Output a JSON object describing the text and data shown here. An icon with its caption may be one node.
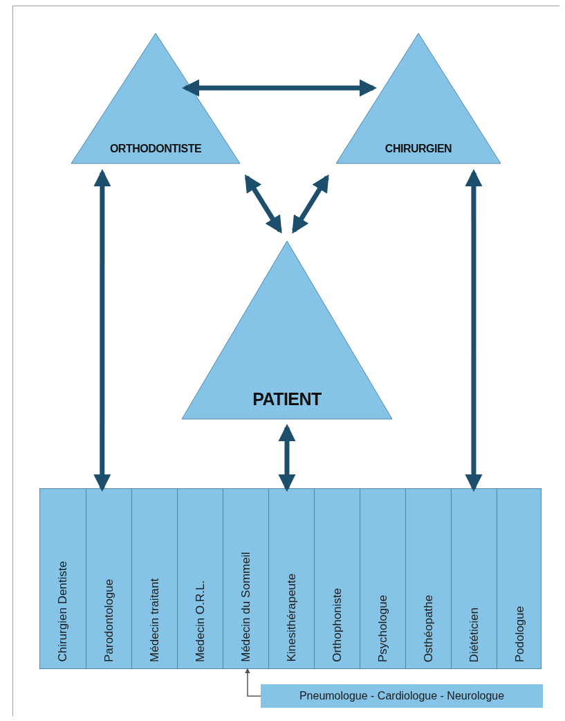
{
  "diagram": {
    "nodes": [
      {
        "text": [
          "ORTHODONTISTE"
        ]
      },
      {
        "text": [
          "CHIRURGIEN"
        ]
      },
      {
        "text": [
          "PATIENT"
        ]
      },
      {
        "text": [],
        "shape": "box"
      },
      {
        "text": [
          "Chirurgien Dentiste"
        ],
        "in": 3
      },
      {
        "text": [
          "Parodontologue"
        ],
        "in": 3
      },
      {
        "text": [
          "Médecin traitant"
        ],
        "in": 3
      },
      {
        "text": [
          "Medecin O.R.L."
        ],
        "in": 3
      },
      {
        "text": [
          "Médecin du Sommeil"
        ],
        "in": 3
      },
      {
        "text": [
          "Kinesithérapeute"
        ],
        "in": 3
      },
      {
        "text": [
          "Orthophoniste"
        ],
        "in": 3
      },
      {
        "text": [
          "Psychologue"
        ],
        "in": 3
      },
      {
        "text": [
          "Osthéopathe"
        ],
        "in": 3
      },
      {
        "text": [
          "Diététicien"
        ],
        "in": 3
      },
      {
        "text": [
          "Podologue"
        ],
        "in": 3
      },
      {
        "text": [
          "Pneumologue - Cardiologue - Neurologue"
        ]
      }
    ],
    "edges": [
      {
        "from": 0,
        "to": 1,
        "arrow": "both"
      },
      {
        "from": 0,
        "to": 3,
        "arrow": "both"
      },
      {
        "from": 1,
        "to": 3,
        "arrow": "both"
      },
      {
        "from": 0,
        "to": 2,
        "arrow": "both"
      },
      {
        "from": 1,
        "to": 2,
        "arrow": "both"
      },
      {
        "from": 2,
        "to": 3,
        "arrow": "both"
      },
      {
        "from": 15,
        "to": 8,
        "arrow": "to",
        "color": "#555555"
      }
    ]
  }
}
